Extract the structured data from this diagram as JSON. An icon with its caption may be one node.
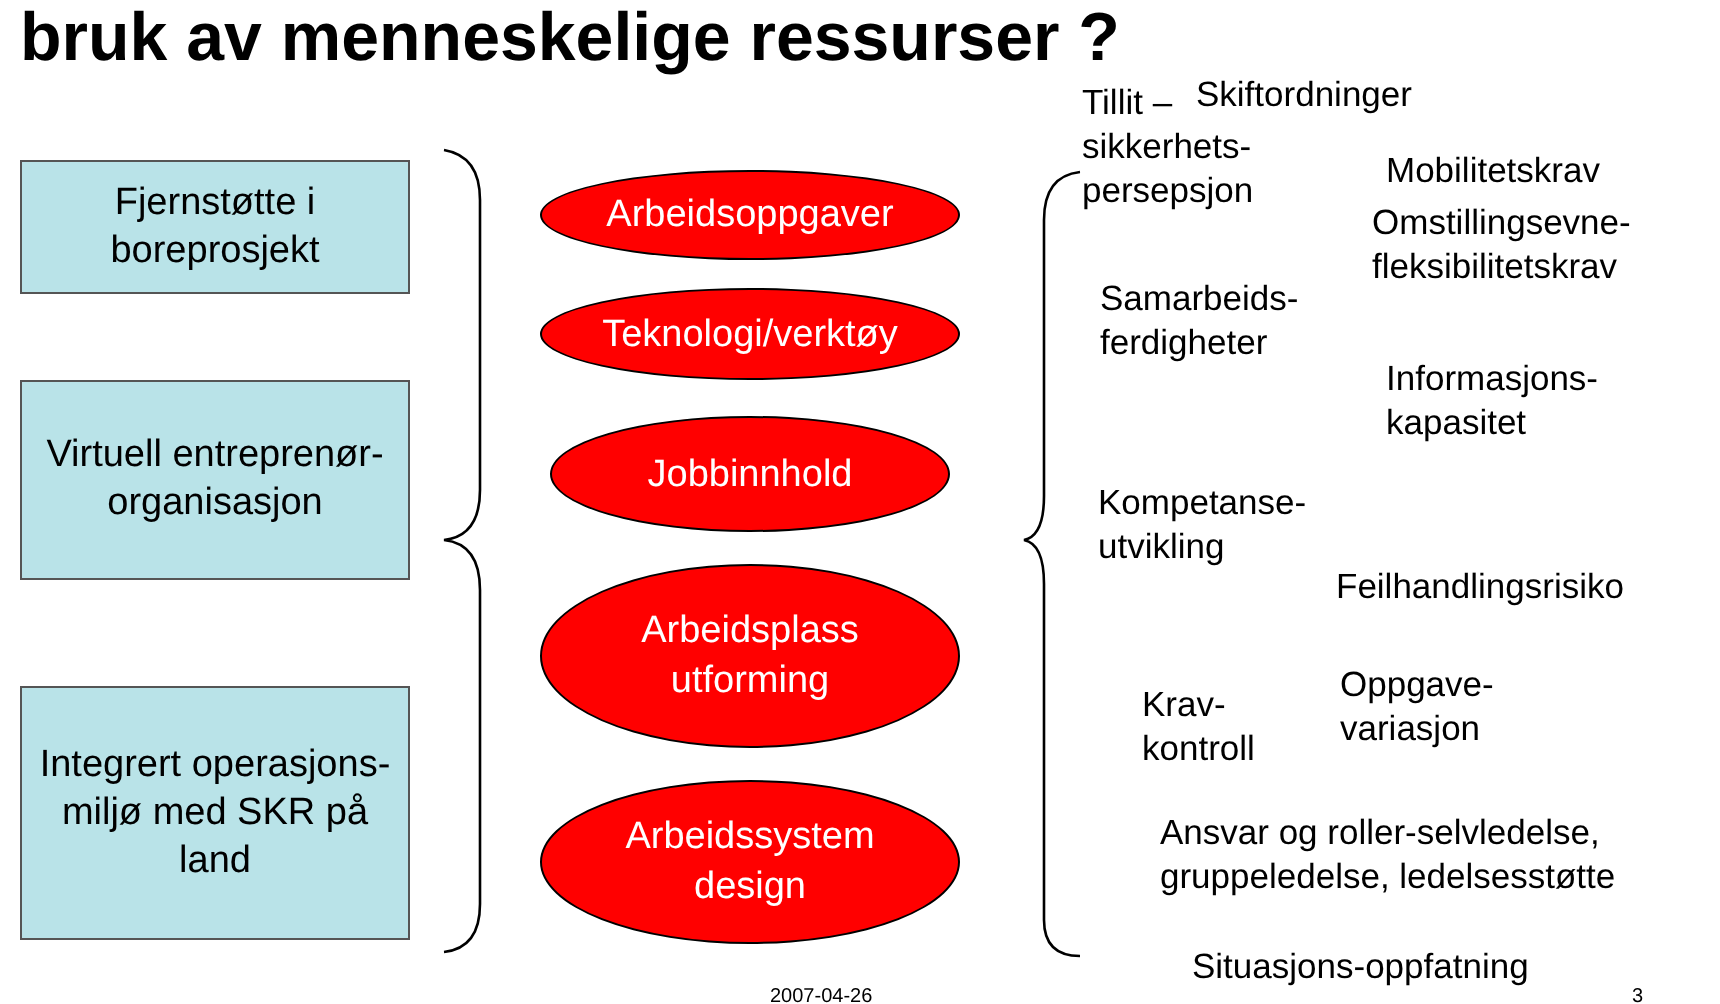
{
  "diagram": {
    "title": "bruk av menneskelige ressurser ?",
    "nodes": [
      {
        "text": [
          "Fjernstøtte i boreprosjekt"
        ]
      },
      {
        "text": [
          "Virtuell entreprenør-organisasjon"
        ]
      },
      {
        "text": [
          "Integrert operasjons-miljø med SKR på land"
        ]
      },
      {
        "text": [
          "Arbeidsoppgaver"
        ]
      },
      {
        "text": [
          "Teknologi/verktøy"
        ]
      },
      {
        "text": [
          "Jobbinnhold"
        ]
      },
      {
        "text": [
          "Arbeidsplass utforming"
        ]
      },
      {
        "text": [
          "Arbeidssystem design"
        ]
      }
    ],
    "labels": [
      "Skiftordninger",
      "Tillit – sikkerhets- persepsjon",
      "Mobilitetskrav",
      "Omstillingsevne- fleksibilitetskrav",
      "Samarbeids- ferdigheter",
      "Informasjons- kapasitet",
      "Kompetanse- utvikling",
      "Feilhandlingsrisiko",
      "Oppgave- variasjon",
      "Krav- kontroll",
      "Ansvar og roller-selvledelse, gruppeledelse, ledelsesstøtte",
      "Situasjons-oppfatning",
      "2007-04-26",
      "3"
    ]
  }
}
